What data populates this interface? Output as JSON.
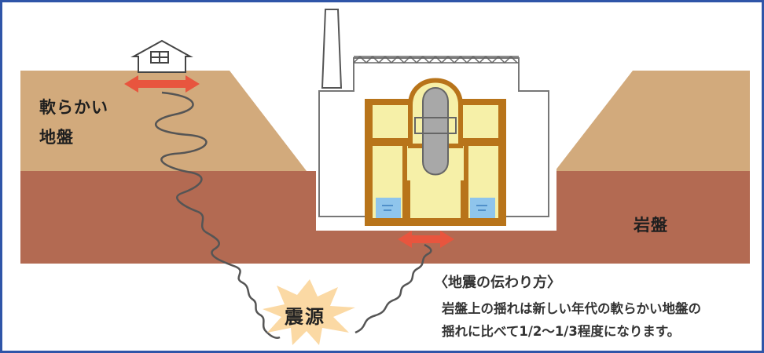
{
  "labels": {
    "soft_ground_line1": "軟らかい",
    "soft_ground_line2": "地盤",
    "bedrock": "岩盤",
    "epicenter": "震源"
  },
  "note": {
    "title": "〈地震の伝わり方〉",
    "line1": "岩盤上の揺れは新しい年代の軟らかい地盤の",
    "line2": "揺れに比べて1/2～1/3程度になります。"
  },
  "colors": {
    "frame": "#2f55a8",
    "soft_ground": "#d2aa7c",
    "bedrock": "#b36a52",
    "arrow": "#e8553e",
    "building_frame": "#b8741a",
    "building_fill": "#f6f0a8",
    "water": "#8fc5ec",
    "vessel": "#a8a8a8",
    "starburst": "#fbd9a4"
  },
  "icons": [
    "house-icon",
    "double-arrow-icon",
    "seismic-wave-icon",
    "starburst-icon",
    "chimney-icon"
  ]
}
